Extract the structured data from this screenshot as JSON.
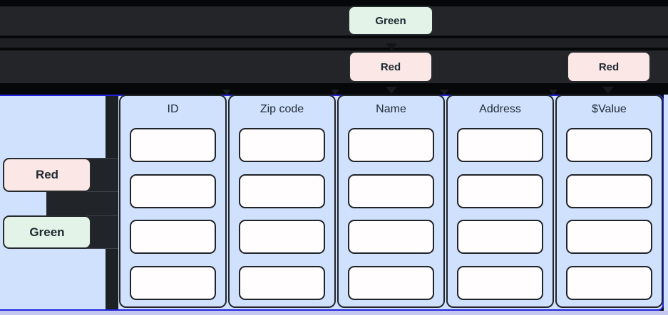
{
  "colors": {
    "accent_blue": "#2424dd",
    "panel_blue": "#cfe1fc",
    "badge_red_fill": "#fbe8e6",
    "badge_green_fill": "#e3f3e7",
    "node_border_dark": "#212428",
    "lane_dark": "#232528",
    "canvas_black": "#060708",
    "behind_card_lavender": "#c4c7ef"
  },
  "top_lanes": {
    "green_badge_label": "Green",
    "red_badge_1_label": "Red",
    "red_badge_2_label": "Red"
  },
  "left_group": {
    "red_badge_label": "Red",
    "green_badge_label": "Green"
  },
  "table": {
    "columns": [
      {
        "label": "ID",
        "cells": [
          "",
          "",
          "",
          ""
        ]
      },
      {
        "label": "Zip code",
        "cells": [
          "",
          "",
          "",
          ""
        ]
      },
      {
        "label": "Name",
        "cells": [
          "",
          "",
          "",
          ""
        ]
      },
      {
        "label": "Address",
        "cells": [
          "",
          "",
          "",
          ""
        ]
      },
      {
        "label": "$Value",
        "cells": [
          "",
          "",
          "",
          ""
        ]
      }
    ]
  }
}
